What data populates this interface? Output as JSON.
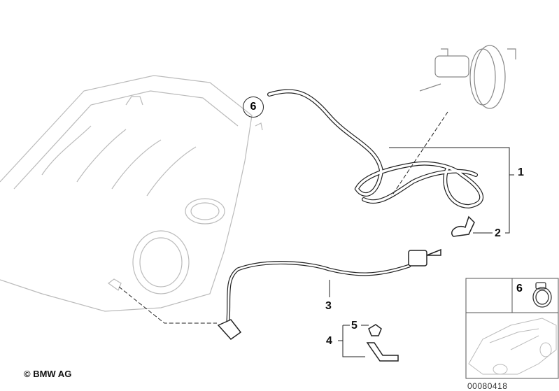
{
  "callouts": {
    "c1": "1",
    "c2": "2",
    "c3": "3",
    "c4": "4",
    "c5": "5",
    "c6": "6"
  },
  "inset": {
    "label": "6"
  },
  "copyright": "© BMW AG",
  "diagram_code": "00080418"
}
